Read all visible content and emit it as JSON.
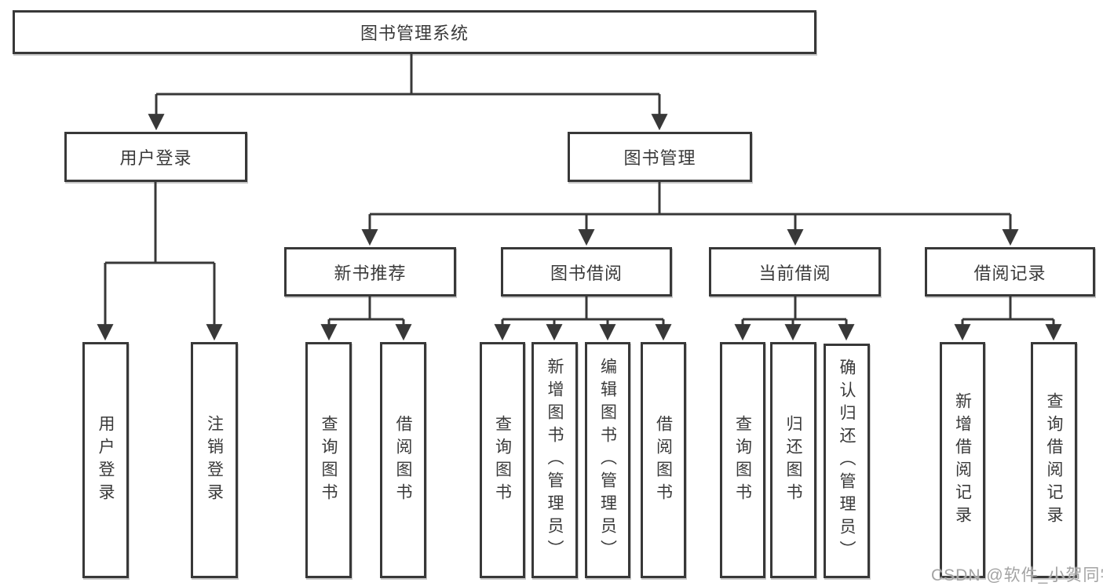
{
  "tree": {
    "root": {
      "label": "图书管理系统",
      "children": [
        {
          "label": "用户登录",
          "children": [
            {
              "label": "用户登录"
            },
            {
              "label": "注销登录"
            }
          ]
        },
        {
          "label": "图书管理",
          "children": [
            {
              "label": "新书推荐",
              "children": [
                {
                  "label": "查询图书"
                },
                {
                  "label": "借阅图书"
                }
              ]
            },
            {
              "label": "图书借阅",
              "children": [
                {
                  "label": "查询图书"
                },
                {
                  "label": "新增图书（管理员）"
                },
                {
                  "label": "编辑图书（管理员）"
                },
                {
                  "label": "借阅图书"
                }
              ]
            },
            {
              "label": "当前借阅",
              "children": [
                {
                  "label": "查询图书"
                },
                {
                  "label": "归还图书"
                },
                {
                  "label": "确认归还（管理员）"
                }
              ]
            },
            {
              "label": "借阅记录",
              "children": [
                {
                  "label": "新增借阅记录"
                },
                {
                  "label": "查询借阅记录"
                }
              ]
            }
          ]
        }
      ]
    }
  },
  "watermark": "CSDN @软件_小贺同学",
  "colors": {
    "line": "#383838",
    "text": "#3a3a3a",
    "box_background": "#ffffff",
    "watermark": "#a3a3a3",
    "background": "#ffffff"
  }
}
